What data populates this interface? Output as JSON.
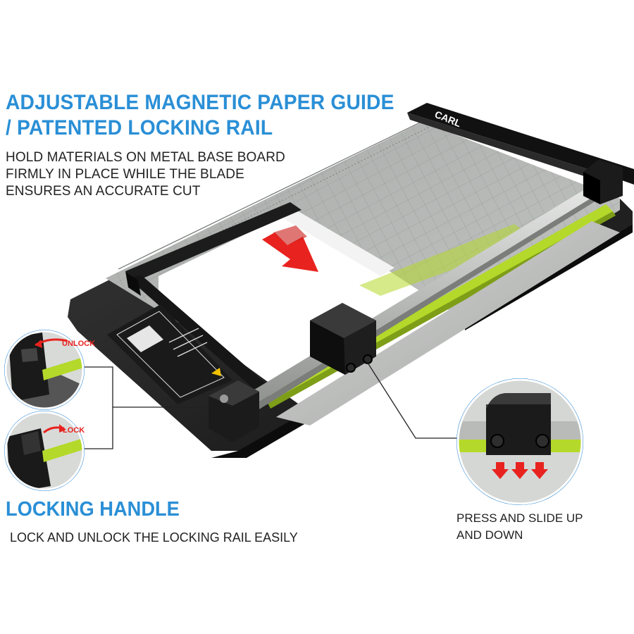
{
  "headline": {
    "line1": "ADJUSTABLE MAGNETIC PAPER GUIDE",
    "line2": "/ PATENTED LOCKING RAIL"
  },
  "subcopy": {
    "line1": "HOLD MATERIALS ON METAL BASE BOARD",
    "line2": "FIRMLY IN PLACE WHILE THE BLADE",
    "line3": "ENSURES AN ACCURATE CUT"
  },
  "locking_handle": {
    "title": "LOCKING HANDLE",
    "description": "LOCK AND UNLOCK THE LOCKING RAIL EASILY"
  },
  "callouts": {
    "unlock": "UNLOCK",
    "lock": "LOCK"
  },
  "press_note": {
    "line1": "PRESS AND SLIDE UP",
    "line2": "AND DOWN"
  },
  "brand": {
    "logo": "CARL"
  },
  "colors": {
    "headline_blue": "#2a8fd6",
    "body_text": "#222222",
    "arrow_red": "#e8231f",
    "cut_green": "#b4d92a",
    "circle_ring": "#1f7fd0"
  }
}
